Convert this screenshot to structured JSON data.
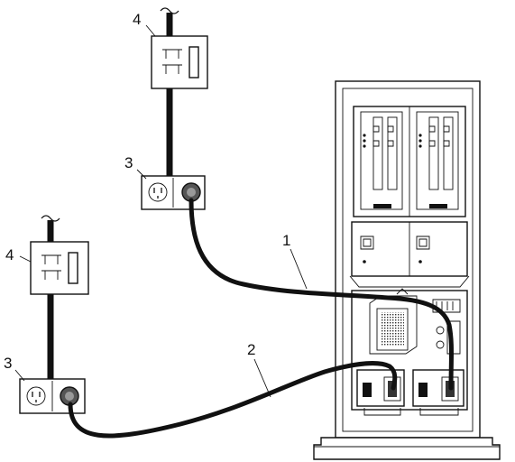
{
  "callouts": {
    "cable_1": "1",
    "cable_2": "2",
    "outlet_upper": "3",
    "outlet_lower": "3",
    "breaker_upper": "4",
    "breaker_lower": "4"
  },
  "icons": {
    "ac_source": "tilde-icon",
    "outlet": "ac-outlet-icon",
    "breaker": "circuit-breaker-icon",
    "rack": "server-rack-icon"
  }
}
